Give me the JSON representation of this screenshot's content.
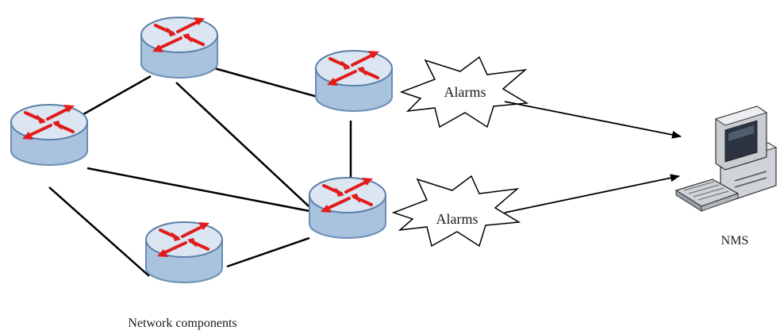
{
  "labels": {
    "network_components": "Network components",
    "nms": "NMS",
    "alarm_top": "Alarms",
    "alarm_bottom": "Alarms"
  },
  "routers": [
    {
      "id": "r-top"
    },
    {
      "id": "r-left"
    },
    {
      "id": "r-upper-right"
    },
    {
      "id": "r-center"
    },
    {
      "id": "r-bottom"
    }
  ],
  "links": [
    {
      "from": "r-left",
      "to": "r-top"
    },
    {
      "from": "r-top",
      "to": "r-upper-right"
    },
    {
      "from": "r-top",
      "to": "r-center"
    },
    {
      "from": "r-left",
      "to": "r-center"
    },
    {
      "from": "r-left",
      "to": "r-bottom"
    },
    {
      "from": "r-upper-right",
      "to": "r-center"
    },
    {
      "from": "r-bottom",
      "to": "r-center"
    }
  ],
  "colors": {
    "router_body": "#a9c3de",
    "router_top": "#d8e4f1",
    "router_rim": "#5b7fa8",
    "arrow_red": "#e21b1b",
    "link": "#000000"
  },
  "icons": [
    "router-icon",
    "computer-icon"
  ]
}
